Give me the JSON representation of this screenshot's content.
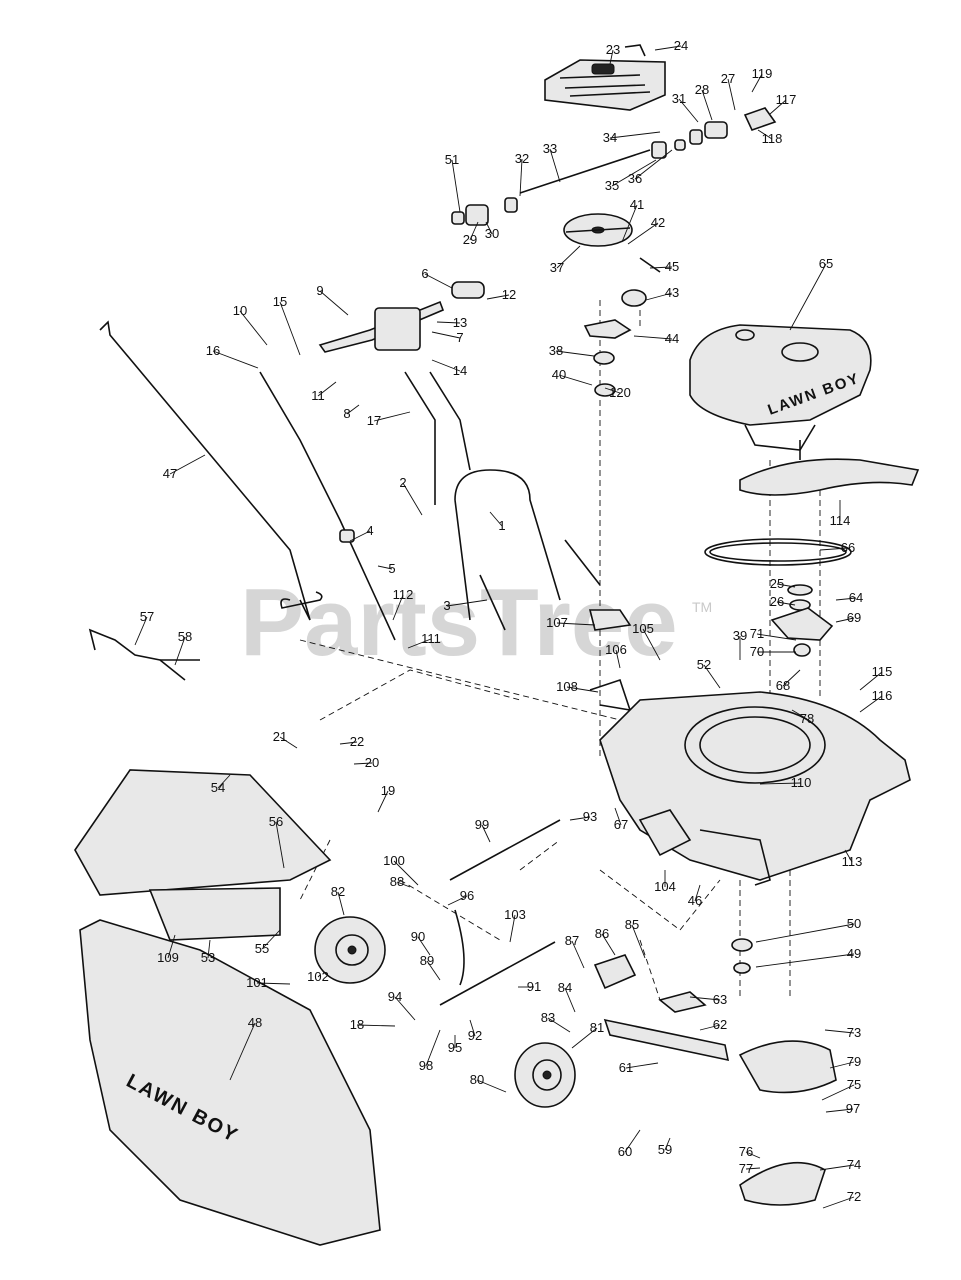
{
  "watermark": {
    "text": "PartsTree",
    "tm": "TM"
  },
  "brand_text": [
    "LAWN BOY",
    "LAWN BOY"
  ],
  "callouts": [
    "1",
    "2",
    "3",
    "4",
    "5",
    "6",
    "7",
    "8",
    "9",
    "10",
    "11",
    "12",
    "13",
    "14",
    "15",
    "16",
    "17",
    "18",
    "19",
    "20",
    "21",
    "22",
    "23",
    "24",
    "25",
    "26",
    "27",
    "28",
    "29",
    "30",
    "31",
    "32",
    "33",
    "34",
    "35",
    "36",
    "37",
    "38",
    "39",
    "40",
    "41",
    "42",
    "43",
    "44",
    "45",
    "46",
    "47",
    "48",
    "49",
    "50",
    "51",
    "52",
    "53",
    "54",
    "55",
    "56",
    "57",
    "58",
    "59",
    "60",
    "61",
    "62",
    "63",
    "64",
    "65",
    "66",
    "67",
    "68",
    "69",
    "70",
    "71",
    "72",
    "73",
    "74",
    "75",
    "76",
    "77",
    "78",
    "79",
    "80",
    "81",
    "82",
    "83",
    "84",
    "85",
    "86",
    "87",
    "88",
    "89",
    "90",
    "91",
    "92",
    "93",
    "94",
    "95",
    "96",
    "97",
    "98",
    "99",
    "100",
    "101",
    "102",
    "103",
    "104",
    "105",
    "106",
    "107",
    "108",
    "109",
    "110",
    "111",
    "112",
    "113",
    "114",
    "115",
    "116",
    "117",
    "118",
    "119",
    "120"
  ]
}
